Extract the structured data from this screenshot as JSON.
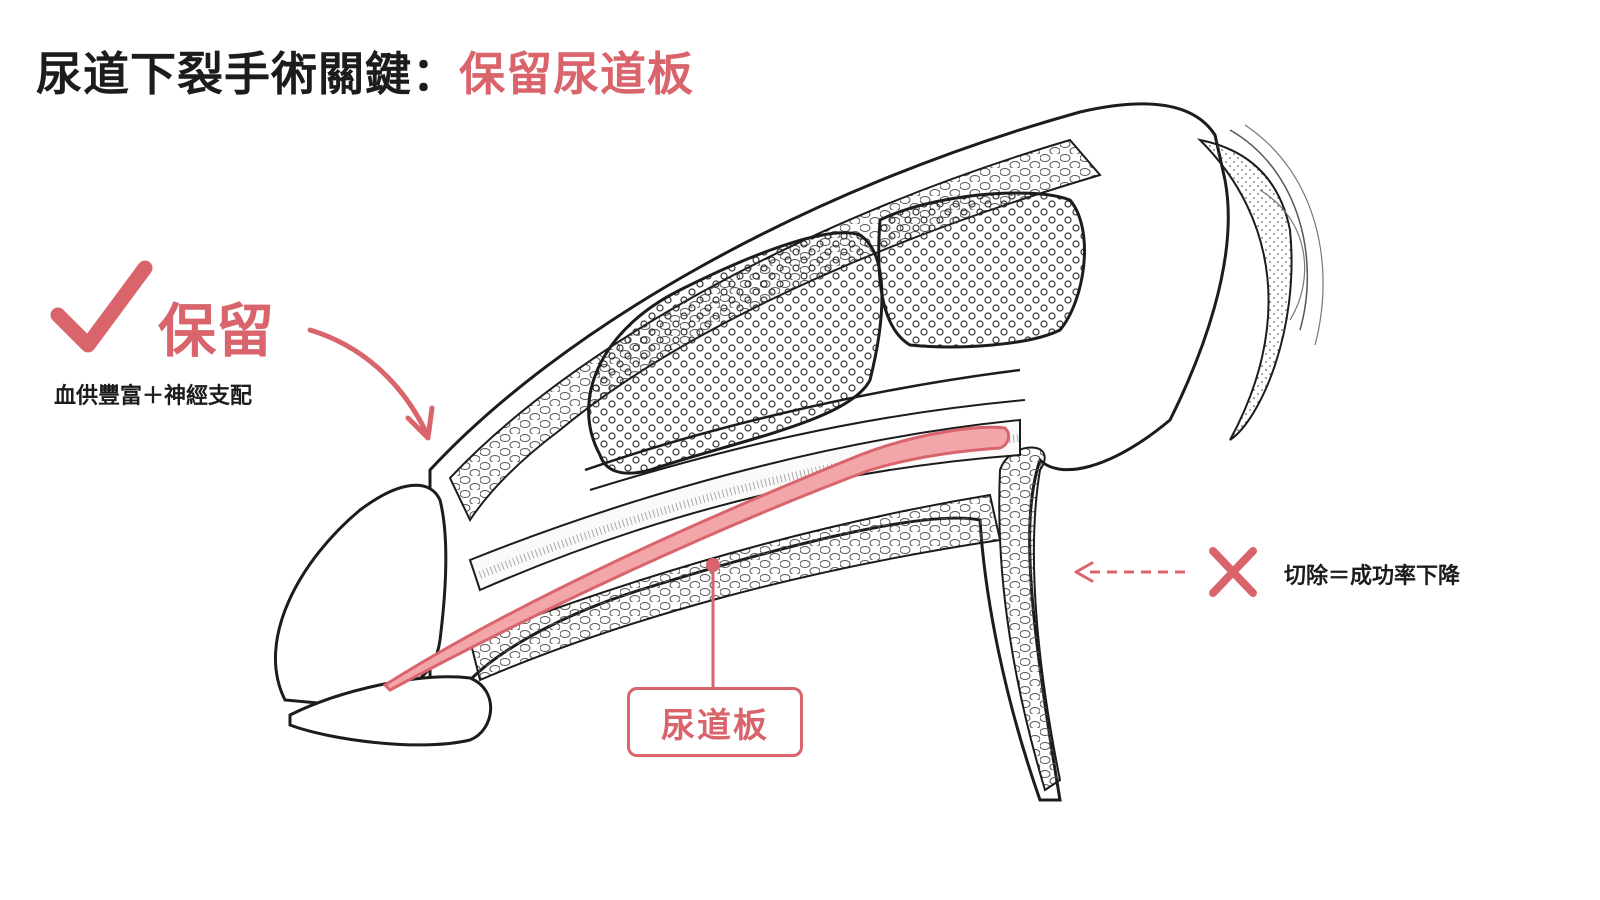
{
  "title": {
    "main": "尿道下裂手術關鍵：",
    "accent": "保留尿道板"
  },
  "keep": {
    "label": "保留",
    "description": "血供豐富＋神經支配"
  },
  "cut": {
    "description": "切除＝成功率下降"
  },
  "plate_label": "尿道板",
  "icons": {
    "keep": "checkmark-icon",
    "cut": "cross-icon"
  },
  "colors": {
    "accent": "#d9646c",
    "ink": "#1c1c1c",
    "urethral_plate_fill": "#f2a6aa"
  }
}
